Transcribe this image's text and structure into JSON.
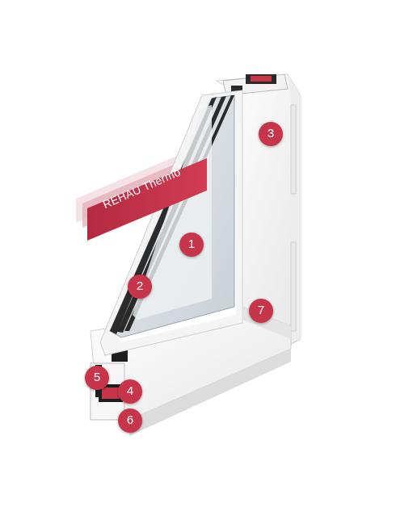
{
  "brand_tag": {
    "text": "REHAU Thermo"
  },
  "badges": [
    {
      "label": "1"
    },
    {
      "label": "2"
    },
    {
      "label": "3"
    },
    {
      "label": "4"
    },
    {
      "label": "5"
    },
    {
      "label": "6"
    },
    {
      "label": "7"
    }
  ],
  "colors": {
    "accent": "#c7354b",
    "glass": "#d7dde2",
    "frame": "#f5f5f5",
    "frame_shadow": "#d8d8d8",
    "seal": "#1e1e1e"
  }
}
